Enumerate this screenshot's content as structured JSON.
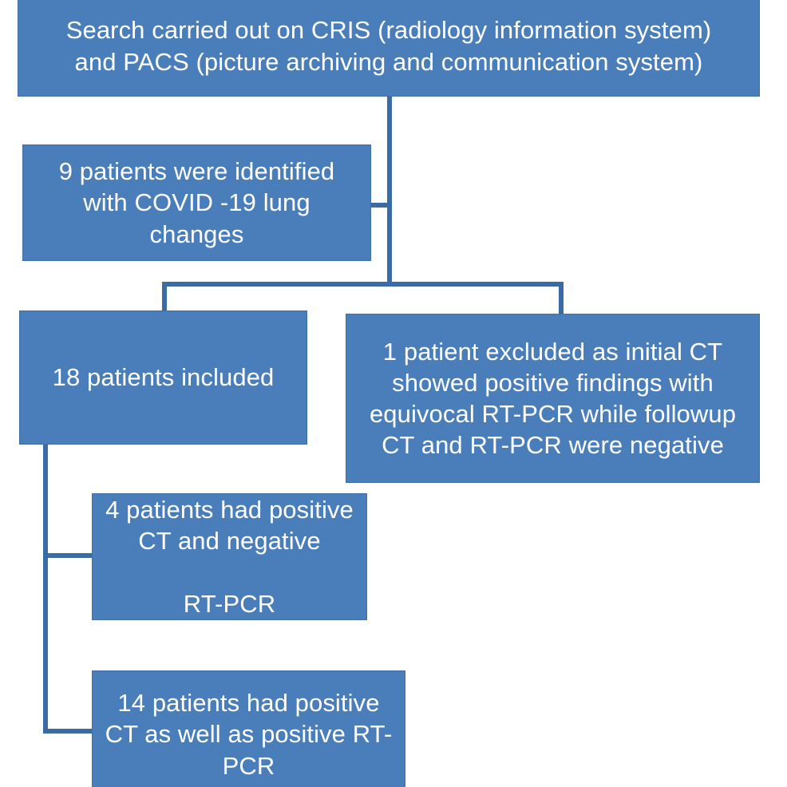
{
  "diagram": {
    "title": "Patient selection flowchart",
    "colors": {
      "box_fill": "#4a7ebb",
      "box_border": "#3f6fa6",
      "connector": "#3a6ba5",
      "text": "#ffffff",
      "background": "#ffffff"
    },
    "nodes": [
      {
        "id": "search",
        "text": "Search carried out on CRIS  (radiology information system)\nand PACS (picture archiving and communication system)"
      },
      {
        "id": "identified",
        "text": "9 patients were identified\nwith COVID -19 lung\nchanges"
      },
      {
        "id": "included",
        "text": "18 patients included"
      },
      {
        "id": "excluded",
        "text": "1 patient excluded as initial CT\nshowed positive findings with\nequivocal RT-PCR while followup\nCT and RT-PCR were negative"
      },
      {
        "id": "ct_pos_pcr_neg",
        "text": "4 patients had positive\nCT and negative\n\nRT-PCR"
      },
      {
        "id": "ct_pos_pcr_pos",
        "text": "14 patients had  positive\nCT as well as positive RT-\nPCR"
      }
    ],
    "edges": [
      {
        "id": "trunk-main",
        "from": "search",
        "to": "split"
      },
      {
        "id": "stub-identified",
        "from": "identified",
        "to": "trunk"
      },
      {
        "id": "split-bar",
        "from": "trunk",
        "to": "included-and-excluded"
      },
      {
        "id": "drop-left",
        "from": "split",
        "to": "included"
      },
      {
        "id": "drop-right",
        "from": "split",
        "to": "excluded"
      },
      {
        "id": "spine-left",
        "from": "included",
        "to": "outcomes"
      },
      {
        "id": "branch-four",
        "from": "spine",
        "to": "ct_pos_pcr_neg"
      },
      {
        "id": "branch-fourteen",
        "from": "spine",
        "to": "ct_pos_pcr_pos"
      }
    ]
  }
}
